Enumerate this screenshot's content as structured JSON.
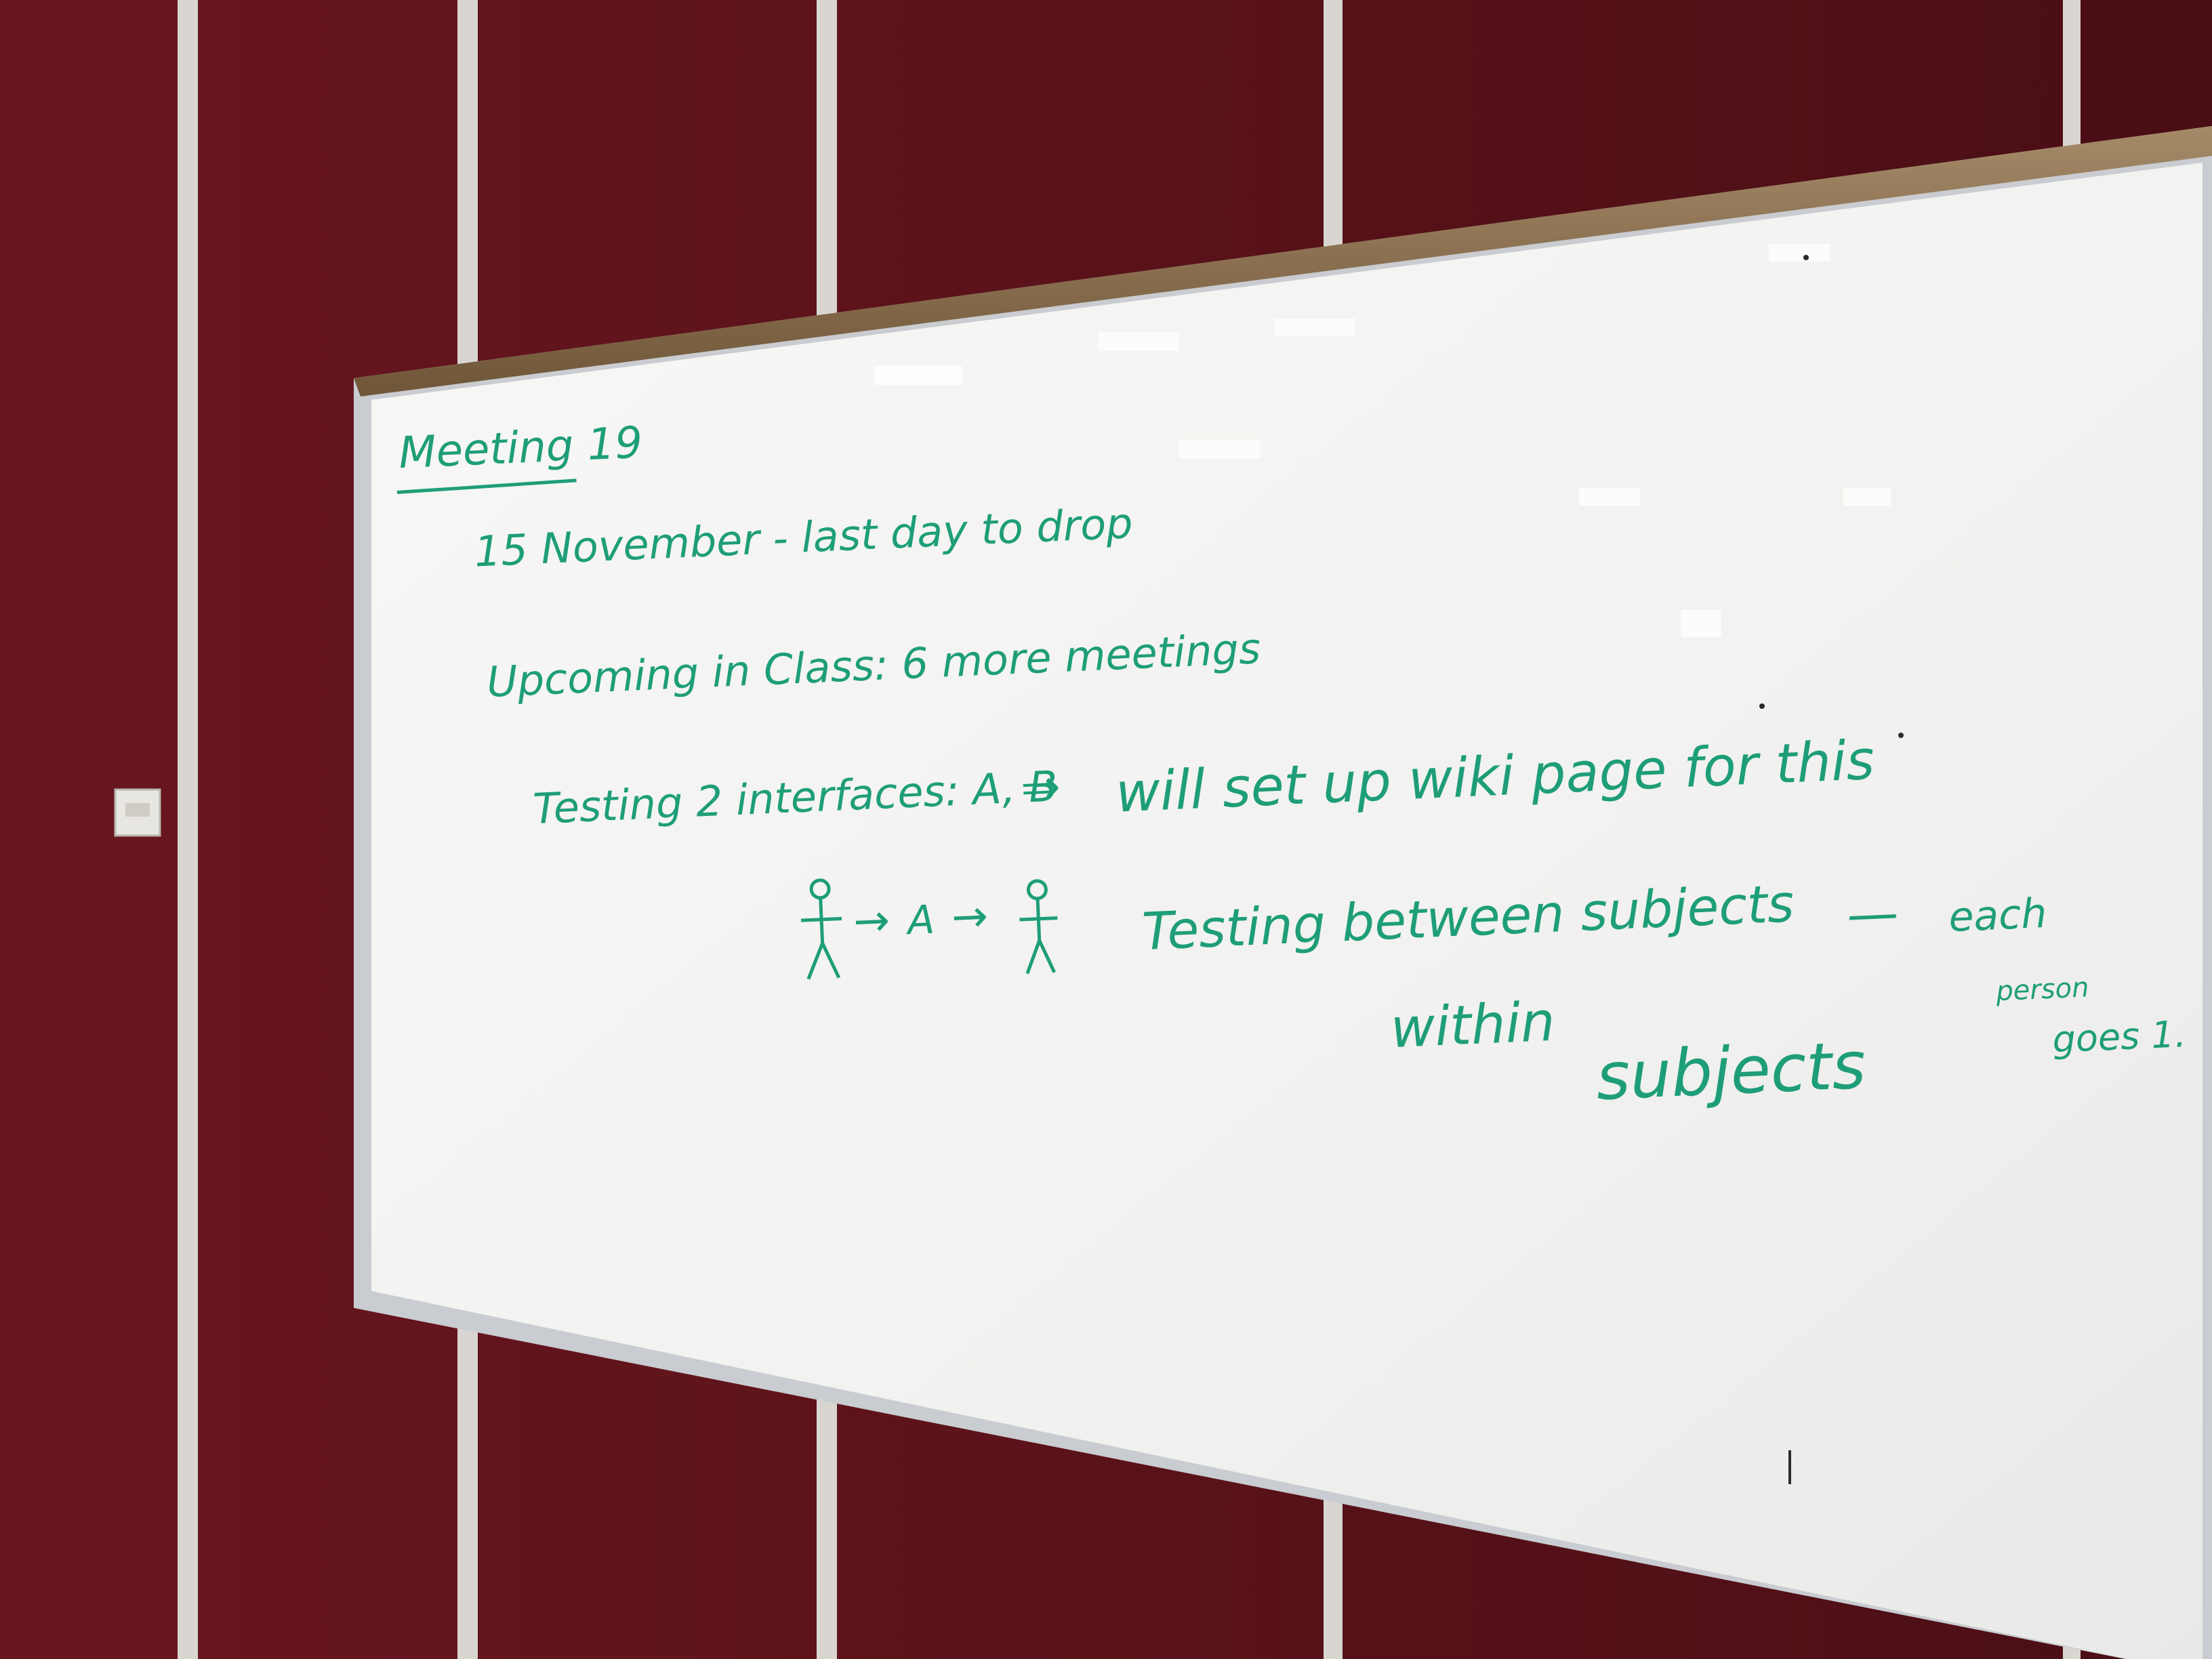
{
  "whiteboard": {
    "lines": {
      "title": "Meeting 19",
      "drop_deadline": "15 November - last day to drop",
      "upcoming": "Upcoming in Class: 6 more meetings",
      "testing_interfaces": "Testing 2 interfaces: A, B",
      "arrow": "⇒",
      "wiki_note": "will set up wiki page for this",
      "flow_arrow_1": "→",
      "flow_label_a": "A",
      "flow_arrow_2": "→",
      "between_subjects": "Testing between subjects",
      "dash": "—",
      "each_person_1": "each",
      "each_person_2": "person",
      "each_person_3": "goes 1.",
      "within_subjects_1": "within",
      "within_subjects_2": "subjects"
    },
    "ink_color": "#1e9e78"
  },
  "colors": {
    "wall": "#5a1219",
    "wall_seam": "#d9d6d2",
    "board_surface": "#f3f3f1",
    "board_frame": "#c9ccd0",
    "tray": "#8a6f4f"
  }
}
